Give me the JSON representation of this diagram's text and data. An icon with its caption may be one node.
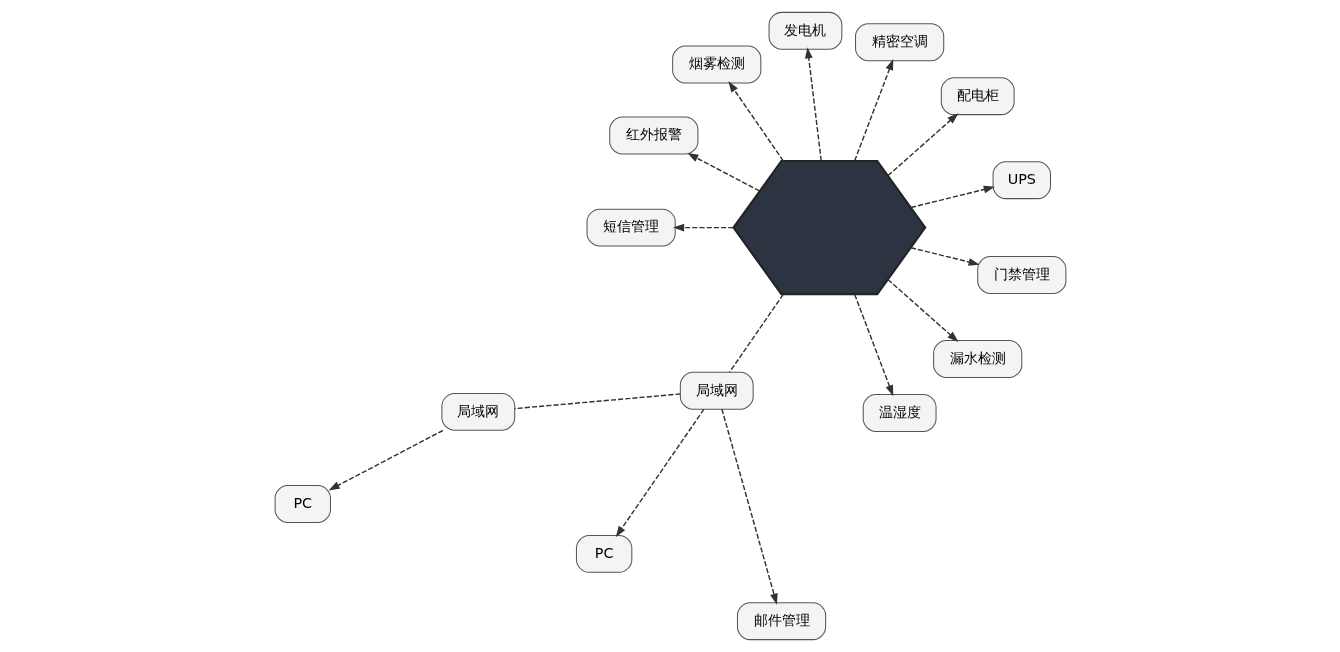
{
  "diagram": {
    "nodes": [
      {
        "text": [],
        "shape": "picture"
      },
      {
        "text": [
          "UPS"
        ]
      },
      {
        "text": [
          "配电柜"
        ]
      },
      {
        "text": [
          "精密空调"
        ]
      },
      {
        "text": [
          "发电机"
        ]
      },
      {
        "text": [
          "烟雾检测"
        ]
      },
      {
        "text": [
          "红外报警"
        ]
      },
      {
        "text": [
          "短信管理"
        ]
      },
      {
        "text": [
          "局域网"
        ]
      },
      {
        "text": [
          "PC"
        ]
      },
      {
        "text": [
          "局域网"
        ]
      },
      {
        "text": [
          "PC"
        ]
      },
      {
        "text": [
          "邮件管理"
        ]
      },
      {
        "text": [
          "温湿度"
        ]
      },
      {
        "text": [
          "漏水检测"
        ]
      },
      {
        "text": [
          "门禁管理"
        ]
      }
    ],
    "edges": [
      {
        "from": 0,
        "to": 1,
        "arrow": "to",
        "style": "dashed"
      },
      {
        "from": 0,
        "to": 2,
        "arrow": "to",
        "style": "dashed"
      },
      {
        "from": 0,
        "to": 3,
        "arrow": "to",
        "style": "dashed"
      },
      {
        "from": 0,
        "to": 4,
        "arrow": "to",
        "style": "dashed"
      },
      {
        "from": 0,
        "to": 5,
        "arrow": "to",
        "style": "dashed"
      },
      {
        "from": 0,
        "to": 6,
        "arrow": "to",
        "style": "dashed"
      },
      {
        "from": 0,
        "to": 7,
        "arrow": "to",
        "style": "dashed"
      },
      {
        "from": 0,
        "to": 10,
        "arrow": "none",
        "style": "dashed"
      },
      {
        "from": 10,
        "to": 8,
        "arrow": "none",
        "style": "dashed"
      },
      {
        "from": 8,
        "to": 9,
        "arrow": "to",
        "style": "dashed"
      },
      {
        "from": 10,
        "to": 11,
        "arrow": "to",
        "style": "dashed"
      },
      {
        "from": 10,
        "to": 12,
        "arrow": "to",
        "style": "dashed"
      },
      {
        "from": 0,
        "to": 13,
        "arrow": "to",
        "style": "dashed"
      },
      {
        "from": 0,
        "to": 14,
        "arrow": "to",
        "style": "dashed"
      },
      {
        "from": 0,
        "to": 15,
        "arrow": "to",
        "style": "dashed"
      }
    ]
  }
}
